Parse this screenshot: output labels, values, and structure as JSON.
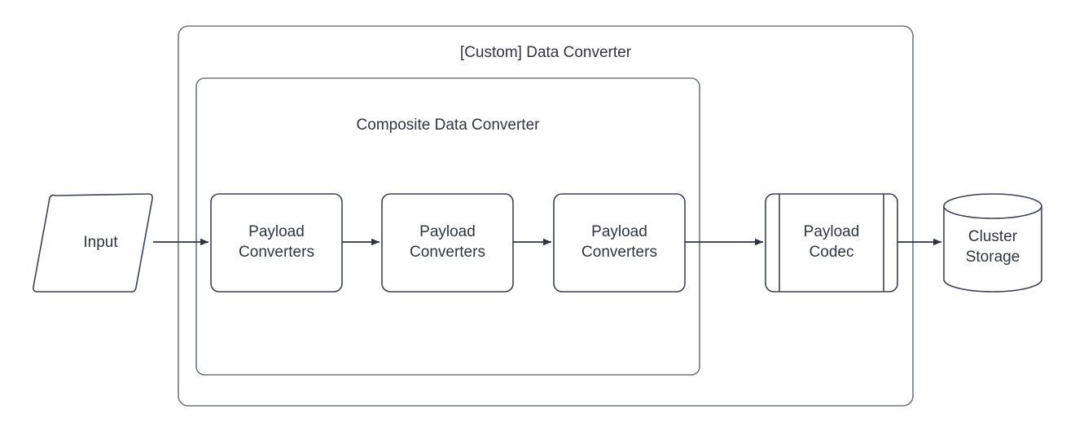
{
  "diagram": {
    "title": "[Custom] Data Converter",
    "background_color": "#ffffff",
    "text_color": "#2f3440",
    "container_border_color": "#707782",
    "node_border_color": "#3b4252",
    "connector_color": "#2f3440",
    "containers": [
      {
        "name": "custom-data-converter",
        "label": "[Custom] Data Converter"
      },
      {
        "name": "composite-data-converter",
        "label": "Composite Data Converter"
      }
    ],
    "nodes": {
      "input": {
        "label": "Input",
        "shape": "parallelogram"
      },
      "payload_converters_1": {
        "label": "Payload\nConverters",
        "shape": "rounded-rect"
      },
      "payload_converters_2": {
        "label": "Payload\nConverters",
        "shape": "rounded-rect"
      },
      "payload_converters_3": {
        "label": "Payload\nConverters",
        "shape": "rounded-rect"
      },
      "payload_codec": {
        "label": "Payload\nCodec",
        "shape": "predefined-process"
      },
      "cluster_storage": {
        "label": "Cluster\nStorage",
        "shape": "cylinder"
      }
    },
    "connectors": [
      {
        "name": "input-to-converter-1",
        "from": "input",
        "to": "payload_converters_1"
      },
      {
        "name": "converter-1-to-converter-2",
        "from": "payload_converters_1",
        "to": "payload_converters_2"
      },
      {
        "name": "converter-2-to-converter-3",
        "from": "payload_converters_2",
        "to": "payload_converters_3"
      },
      {
        "name": "converter-3-to-payload-codec",
        "from": "payload_converters_3",
        "to": "payload_codec"
      },
      {
        "name": "payload-codec-to-cluster-storage",
        "from": "payload_codec",
        "to": "cluster_storage"
      }
    ]
  }
}
